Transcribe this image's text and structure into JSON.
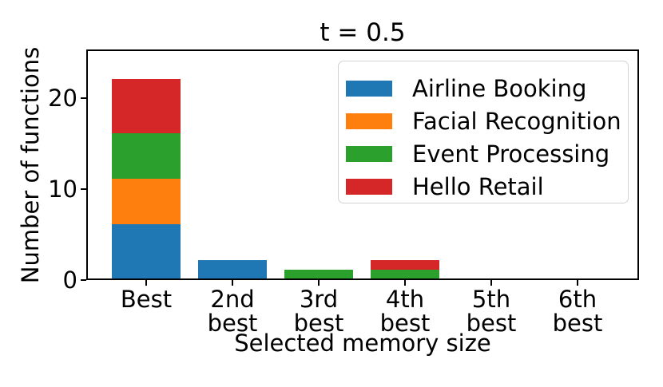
{
  "chart_data": {
    "type": "bar",
    "stacked": true,
    "title": "t = 0.5",
    "xlabel": "Selected memory size",
    "ylabel": "Number of functions",
    "categories": [
      "Best",
      "2nd\nbest",
      "3rd\nbest",
      "4th\nbest",
      "5th\nbest",
      "6th\nbest"
    ],
    "series": [
      {
        "name": "Airline Booking",
        "color": "#1f77b4",
        "values": [
          6,
          2,
          0,
          0,
          0,
          0
        ]
      },
      {
        "name": "Facial Recognition",
        "color": "#ff7f0e",
        "values": [
          5,
          0,
          0,
          0,
          0,
          0
        ]
      },
      {
        "name": "Event Processing",
        "color": "#2ca02c",
        "values": [
          5,
          0,
          1,
          1,
          0,
          0
        ]
      },
      {
        "name": "Hello Retail",
        "color": "#d62728",
        "values": [
          6,
          0,
          0,
          1,
          0,
          0
        ]
      }
    ],
    "totals": [
      22,
      2,
      1,
      2,
      0,
      0
    ],
    "yticks": [
      0,
      10,
      20
    ],
    "ylim": [
      0,
      25.4
    ],
    "grid": false,
    "legend_position": "upper right",
    "axis_color": "#000000"
  }
}
